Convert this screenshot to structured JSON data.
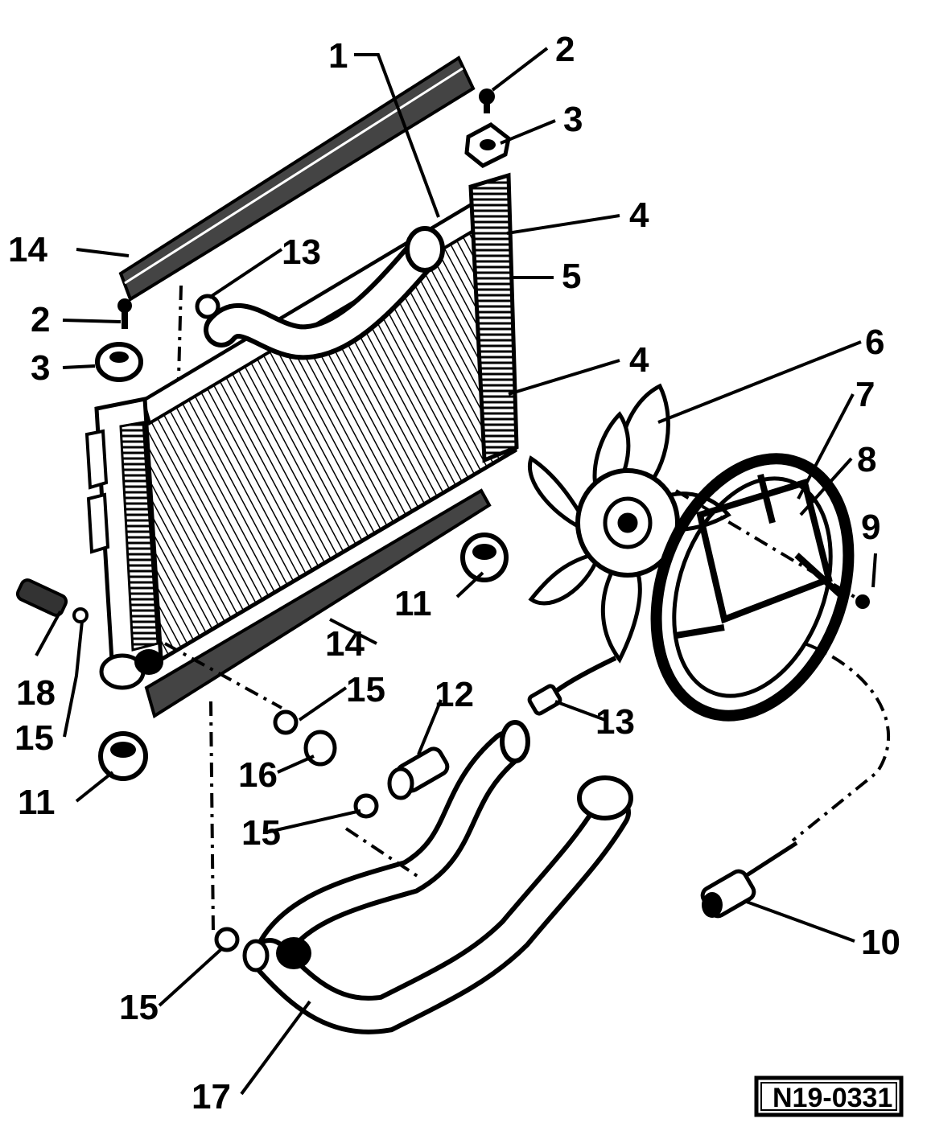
{
  "callouts": {
    "c1": "1",
    "c2a": "2",
    "c2b": "2",
    "c3a": "3",
    "c3b": "3",
    "c4a": "4",
    "c4b": "4",
    "c5": "5",
    "c6": "6",
    "c7": "7",
    "c8": "8",
    "c9": "9",
    "c10": "10",
    "c11a": "11",
    "c11b": "11",
    "c12": "12",
    "c13a": "13",
    "c13b": "13",
    "c14a": "14",
    "c14b": "14",
    "c15a": "15",
    "c15b": "15",
    "c15c": "15",
    "c15d": "15",
    "c16": "16",
    "c17": "17",
    "c18": "18"
  },
  "reference_code": "N19-0331"
}
